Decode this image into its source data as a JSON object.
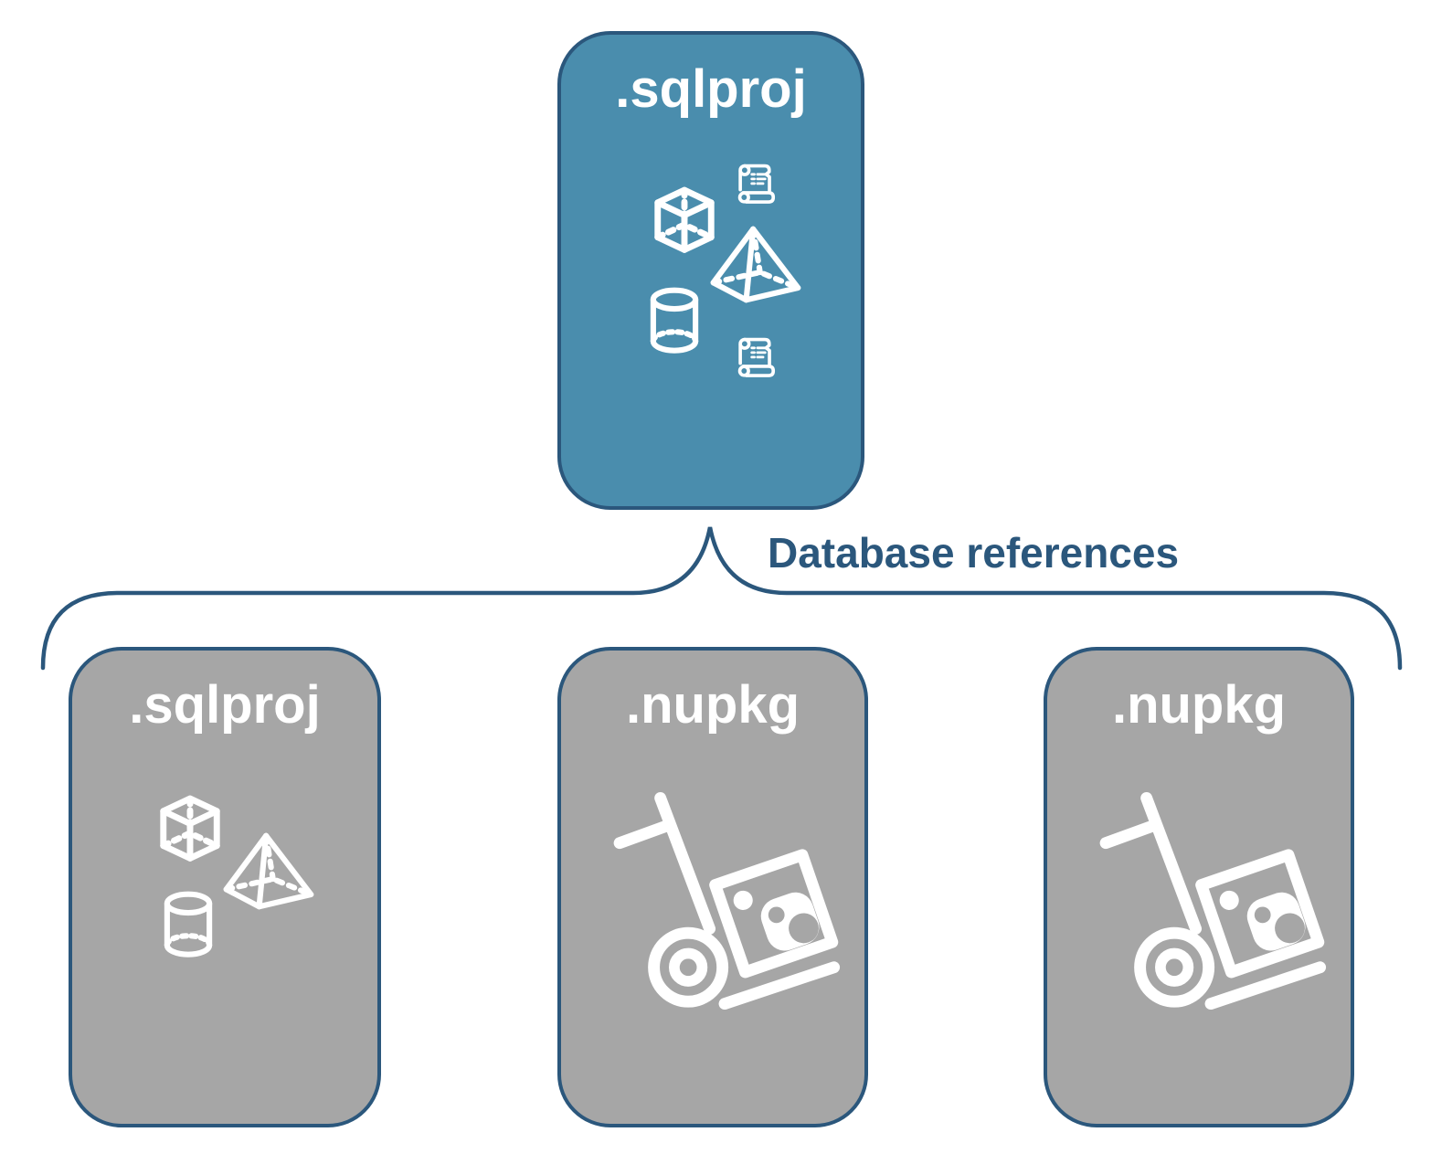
{
  "diagram": {
    "root_box": {
      "title": ".sqlproj",
      "icons": [
        "cube-icon",
        "script-scroll-icon",
        "pyramid-icon",
        "database-cylinder-icon",
        "script-scroll-icon"
      ]
    },
    "brace_label": "Database references",
    "child_boxes": [
      {
        "title": ".sqlproj",
        "icons": [
          "cube-icon",
          "pyramid-icon",
          "database-cylinder-icon"
        ]
      },
      {
        "title": ".nupkg",
        "icons": [
          "nuget-package-dolly-icon"
        ]
      },
      {
        "title": ".nupkg",
        "icons": [
          "nuget-package-dolly-icon"
        ]
      }
    ],
    "colors": {
      "root_fill": "#4A8DAD",
      "child_fill": "#A6A6A6",
      "line_and_text": "#2B577C",
      "icon_stroke": "#FFFFFF",
      "background": "#FFFFFF"
    }
  }
}
